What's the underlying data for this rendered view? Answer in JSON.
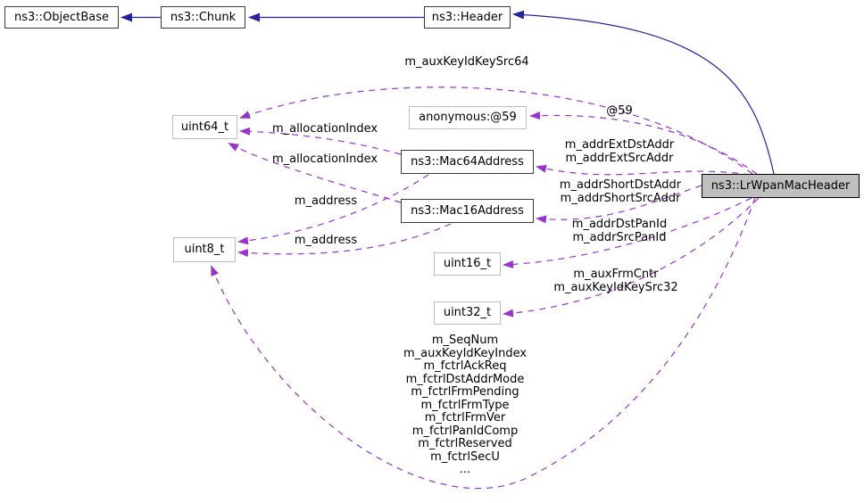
{
  "colors": {
    "background": "#ffffff",
    "inheritance_edge": "#23239b",
    "usage_edge": "#9a32cd",
    "class_node_border": "#3a3a3a",
    "typedef_node_border": "#bdbdbd",
    "node_fill": "#ffffff",
    "focus_node_fill": "#bfbfbf",
    "focus_node_border": "#000000",
    "text": "#000000"
  },
  "nodes": {
    "objectbase": "ns3::ObjectBase",
    "chunk": "ns3::Chunk",
    "header": "ns3::Header",
    "focus": "ns3::LrWpanMacHeader",
    "uint64": "uint64_t",
    "anonymous": "anonymous:@59",
    "mac64": "ns3::Mac64Address",
    "mac16": "ns3::Mac16Address",
    "uint8": "uint8_t",
    "uint16": "uint16_t",
    "uint32": "uint32_t"
  },
  "edge_labels": {
    "aux_key_src64": "m_auxKeyIdKeySrc64",
    "at59": "@59",
    "ext_addr": "m_addrExtDstAddr\nm_addrExtSrcAddr",
    "short_addr": "m_addrShortDstAddr\nm_addrShortSrcAddr",
    "pan_id": "m_addrDstPanId\nm_addrSrcPanId",
    "aux_frm": "m_auxFrmCntr\nm_auxKeyIdKeySrc32",
    "alloc_index_top": "m_allocationIndex",
    "alloc_index_bottom": "m_allocationIndex",
    "address_top": "m_address",
    "address_bottom": "m_address",
    "uint8_members": "m_SeqNum\nm_auxKeyIdKeyIndex\nm_fctrlAckReq\nm_fctrlDstAddrMode\nm_fctrlFrmPending\nm_fctrlFrmType\nm_fctrlFrmVer\nm_fctrlPanIdComp\nm_fctrlReserved\nm_fctrlSecU\n..."
  }
}
